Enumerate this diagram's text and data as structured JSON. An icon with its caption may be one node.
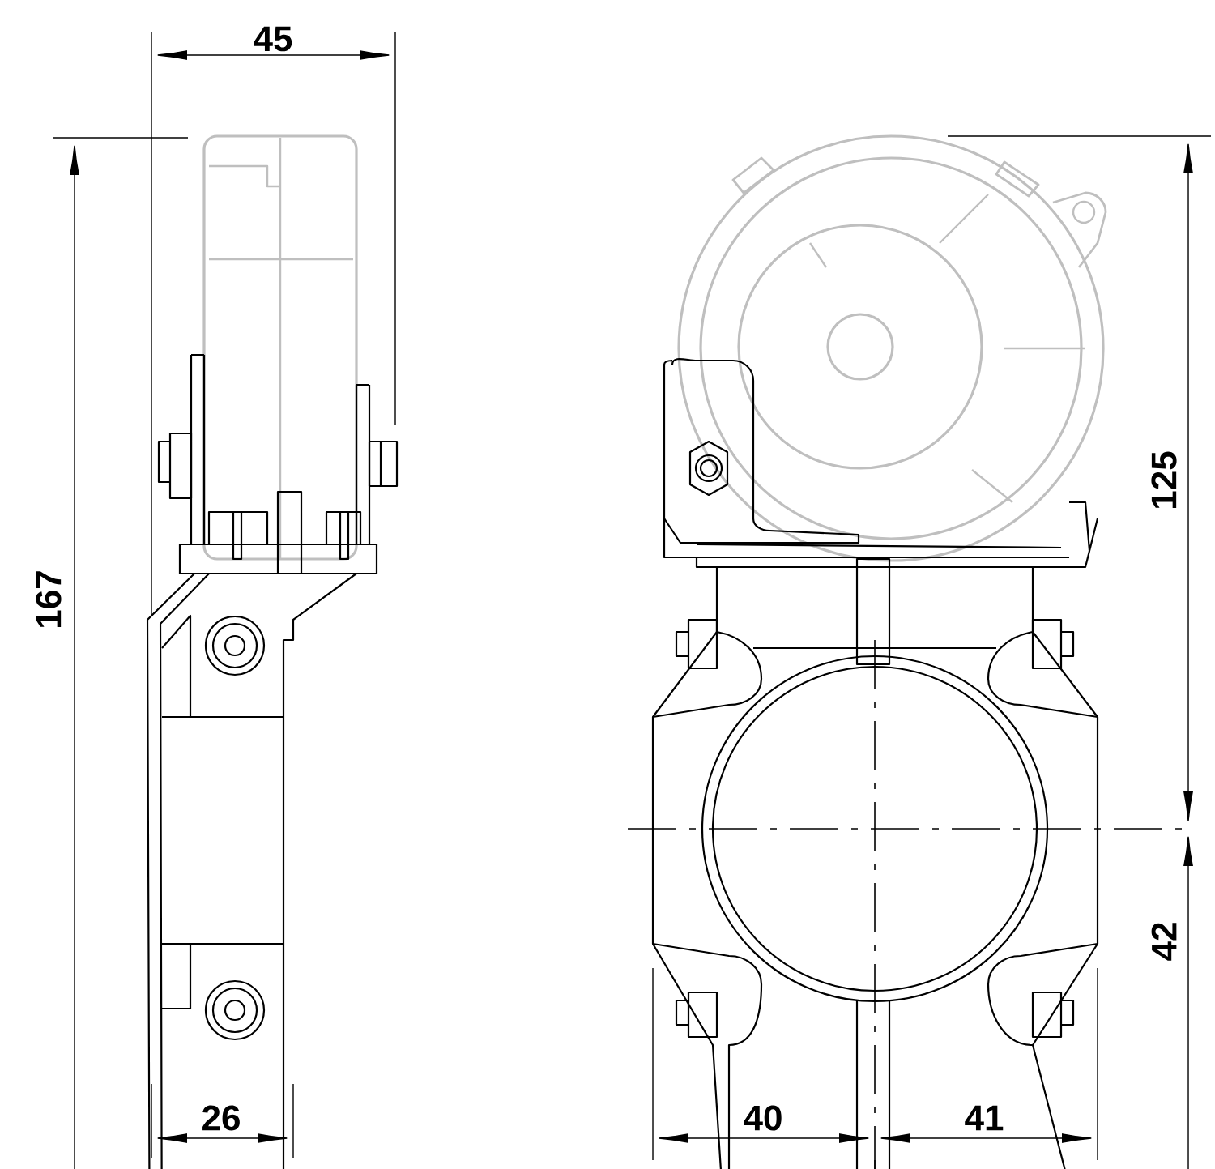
{
  "diagram": {
    "labels": [
      "45",
      "167",
      "125",
      "42",
      "26",
      "40",
      "41"
    ]
  }
}
